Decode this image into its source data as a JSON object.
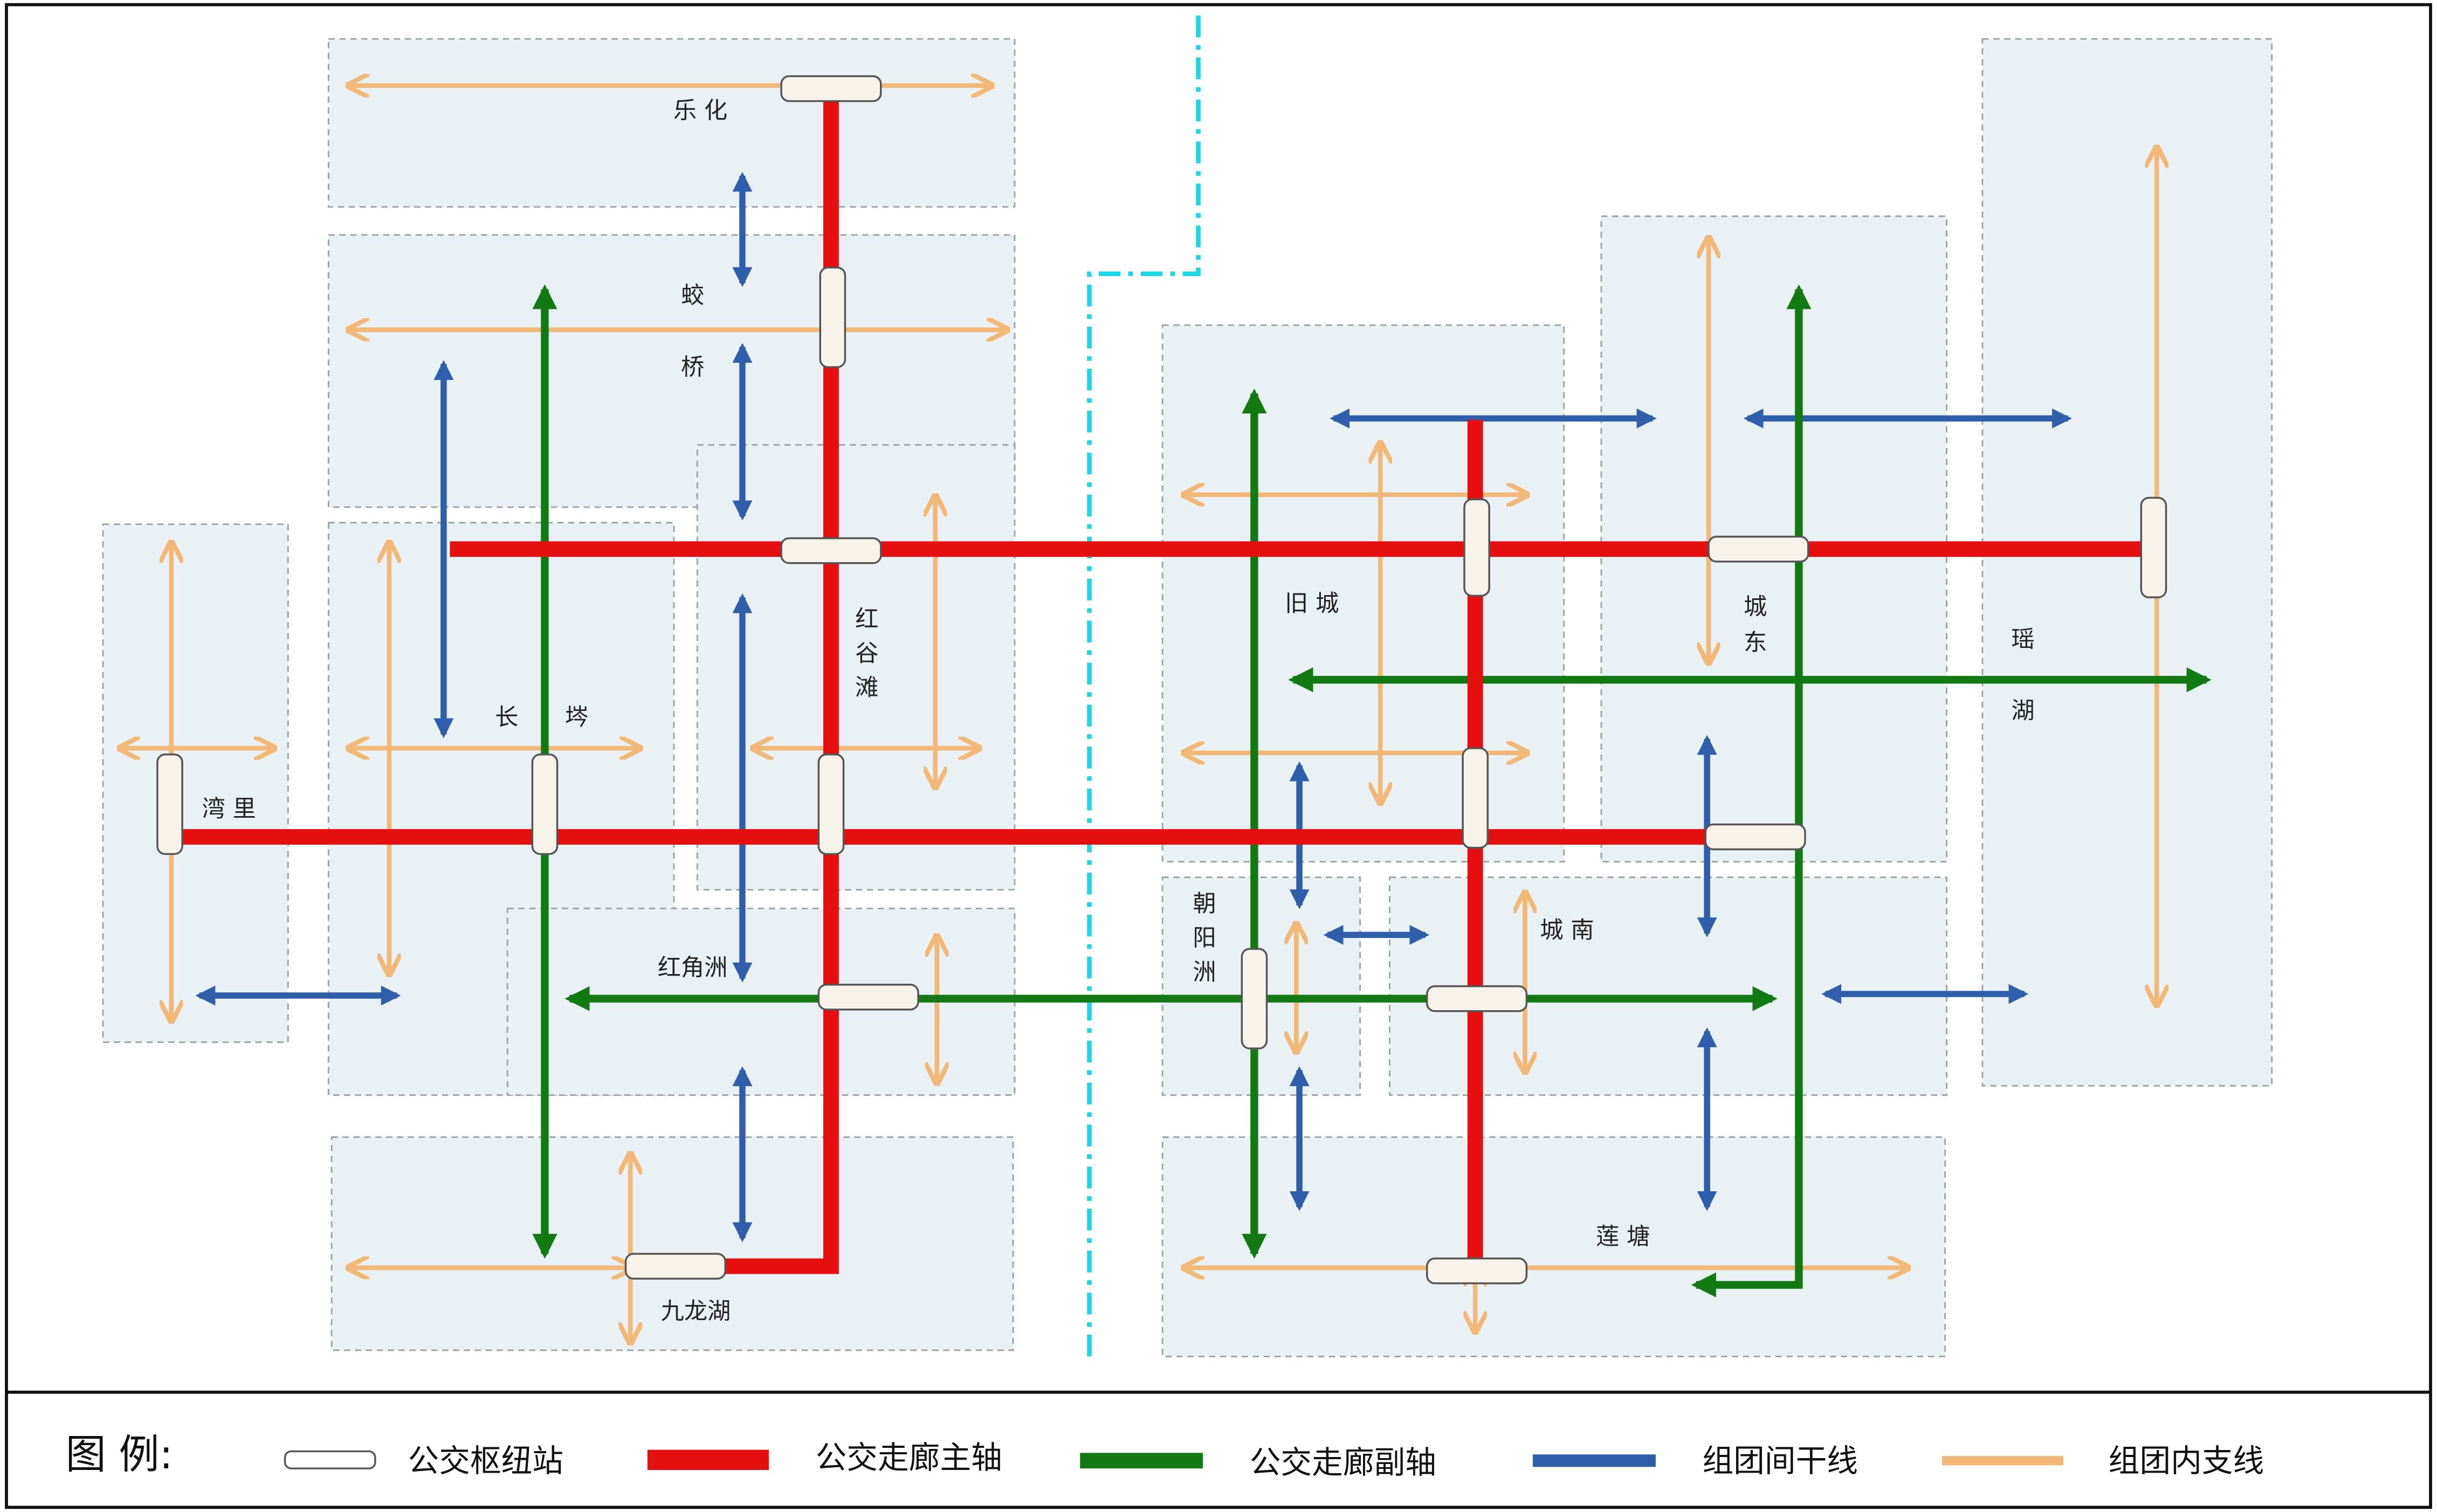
{
  "diagram": {
    "colors": {
      "main_axis": "#e60f0f",
      "secondary_axis": "#137a13",
      "inter_group": "#2f5fab",
      "intra_group": "#f2b877",
      "zone_fill": "#e9f1f4",
      "zone_stroke": "#9aa3a8",
      "river": "#1fd6e6",
      "station_fill": "#f7f3ea",
      "station_stroke": "#555555"
    },
    "zones": {
      "lehua": "乐 化",
      "jiao": "蛟",
      "qiao": "桥",
      "wanli": "湾 里",
      "changleng": "长　　埁",
      "honggutan_1": "红",
      "honggutan_2": "谷",
      "honggutan_3": "滩",
      "hongjiaozhou": "红角洲",
      "jiulonghu": "九龙湖",
      "jiucheng": "旧 城",
      "chengdong_1": "城",
      "chengdong_2": "东",
      "yaohu_1": "瑶",
      "yaohu_2": "湖",
      "chaoyangzhou_1": "朝",
      "chaoyangzhou_2": "阳",
      "chaoyangzhou_3": "洲",
      "chengnan": "城 南",
      "liantang": "莲 塘"
    }
  },
  "legend": {
    "title": "图 例:",
    "items": [
      {
        "label": "公交枢纽站",
        "type": "station"
      },
      {
        "label": "公交走廊主轴",
        "type": "main_axis"
      },
      {
        "label": "公交走廊副轴",
        "type": "secondary_axis"
      },
      {
        "label": "组团间干线",
        "type": "inter_group"
      },
      {
        "label": "组团内支线",
        "type": "intra_group"
      }
    ]
  }
}
